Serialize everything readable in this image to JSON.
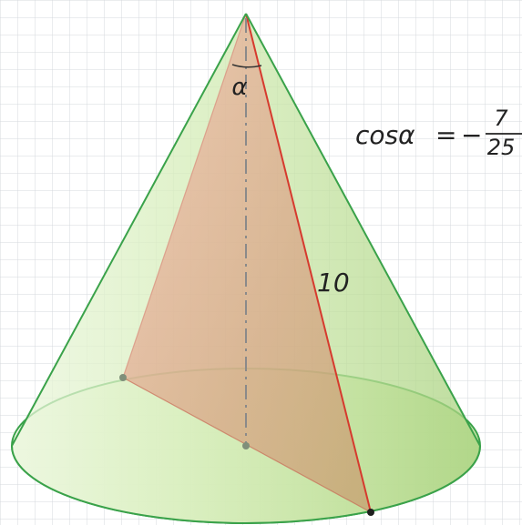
{
  "labels": {
    "angle": "α",
    "slant": "10",
    "formula_lhs": "cosα",
    "formula_eq": "=",
    "formula_sign": "−",
    "formula_num": "7",
    "formula_den": "25"
  },
  "colors": {
    "grid": "#d6d9de",
    "cone_fill": "#c9e6a4",
    "cone_edge": "#3aa24a",
    "base_fill": "#d8efb7",
    "section_fill": "#e7a08a",
    "section_edge": "#d63a2e",
    "axis": "#8a8a8a",
    "point": "#7f8f7a",
    "vertex_point": "#1f1f1f"
  }
}
